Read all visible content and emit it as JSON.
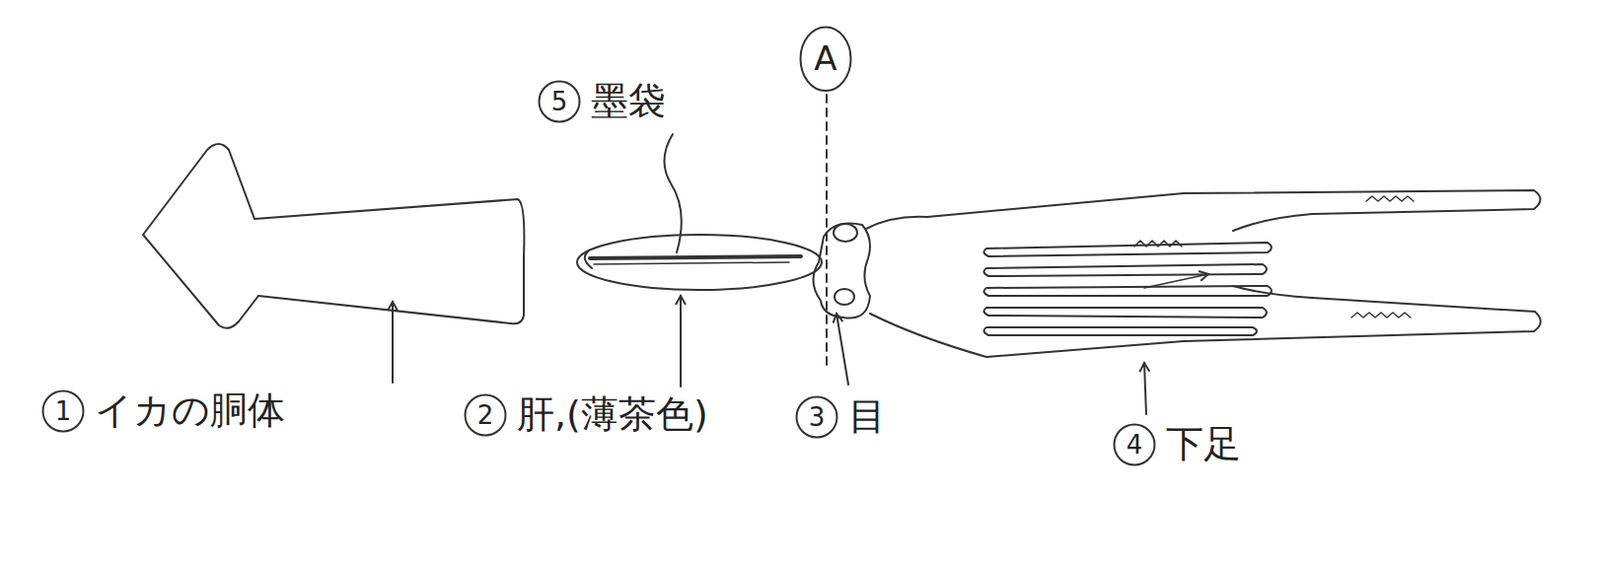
{
  "diagram": {
    "nodes": [
      {
        "text": [
          "5",
          "墨袋"
        ]
      },
      {
        "text": [
          "A"
        ]
      },
      {
        "text": [
          "1",
          "イカの胴体"
        ]
      },
      {
        "text": [
          "2",
          "肝,(薄茶色)"
        ]
      },
      {
        "text": [
          "3",
          "目"
        ]
      },
      {
        "text": [
          "4",
          "下足"
        ]
      }
    ]
  }
}
